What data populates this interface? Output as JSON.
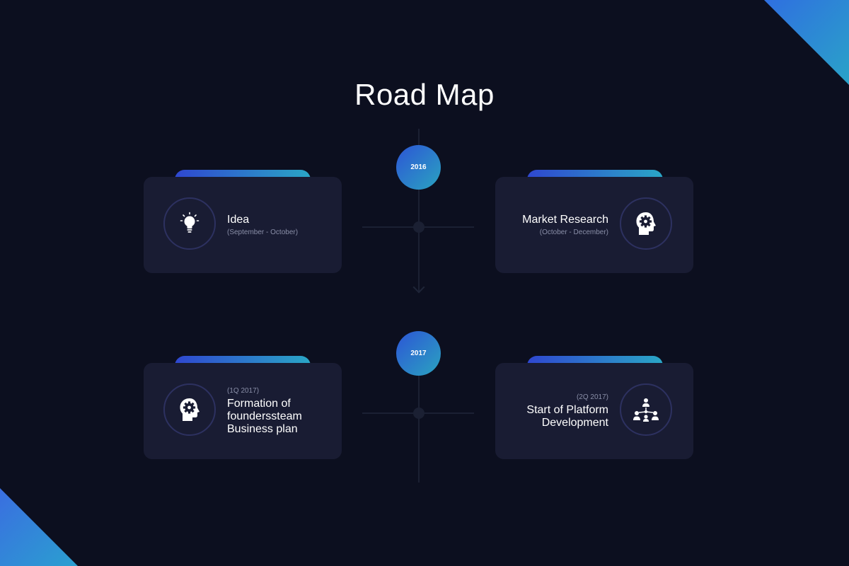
{
  "title": "Road Map",
  "years": [
    "2016",
    "2017"
  ],
  "milestones": [
    {
      "title": "Idea",
      "period": "(September - October)",
      "icon": "lightbulb-icon"
    },
    {
      "title": "Market Research",
      "period": "(October - December)",
      "icon": "head-gear-icon"
    },
    {
      "period": "(1Q 2017)",
      "title_lines": [
        "Formation of",
        "founderssteam",
        "Business plan"
      ],
      "icon": "head-gear-icon"
    },
    {
      "period": "(2Q 2017)",
      "title_lines": [
        "Start of Platform",
        "Development"
      ],
      "icon": "team-network-icon"
    }
  ],
  "colors": {
    "background": "#0c0f1f",
    "card": "#191c33",
    "accent_start": "#2f47d0",
    "accent_end": "#2aa6c6",
    "muted_text": "#8a8fa8"
  }
}
